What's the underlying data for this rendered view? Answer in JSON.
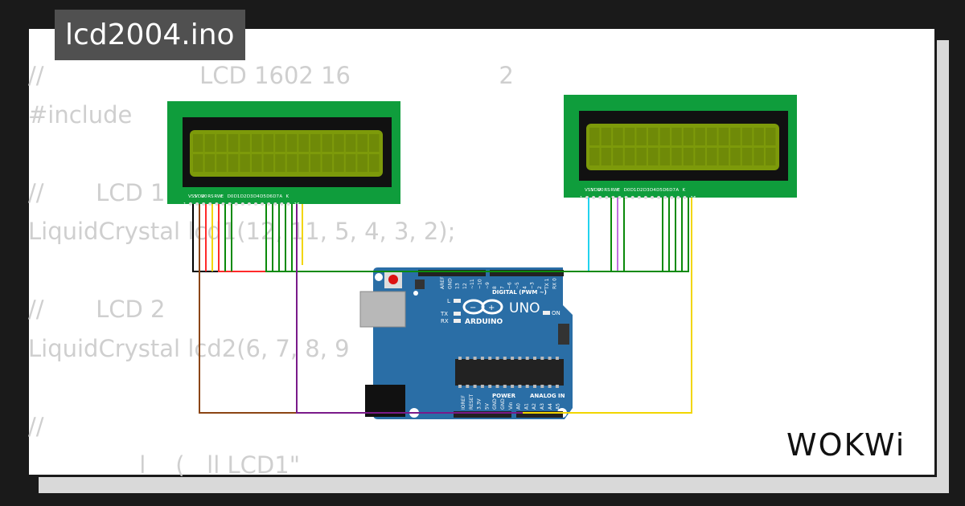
{
  "title": "lcd2004.ino",
  "code_lines": [
    "//                     LCD 1602 16                    2",
    "#include",
    "",
    "//       LCD 1",
    "LiquidCrystal lcd1(12, 11, 5, 4, 3, 2);",
    "",
    "//       LCD 2",
    "LiquidCrystal lcd2(6, 7, 8, 9",
    "",
    "//",
    "               l    (   ll LCD1\""
  ],
  "lcd_pin_labels": [
    "VSS",
    "VDD",
    "V0",
    "RS",
    "RW",
    "E",
    "D0",
    "D1",
    "D2",
    "D3",
    "D4",
    "D5",
    "D6",
    "D7",
    "A",
    "K"
  ],
  "lcd_pin_numbers": [
    "1",
    "16"
  ],
  "arduino": {
    "brand": "ARDUINO",
    "model": "UNO",
    "digital_label": "DIGITAL (PWM ~)",
    "power_label": "POWER",
    "analog_label": "ANALOG IN",
    "led_labels": [
      "L",
      "TX",
      "RX",
      "ON"
    ],
    "top_pins": [
      "AREF",
      "GND",
      "13",
      "12",
      "~11",
      "~10",
      "~9",
      "8",
      "7",
      "~6",
      "~5",
      "4",
      "~3",
      "2",
      "TX 1",
      "RX 0"
    ],
    "bottom_pins": [
      "IOREF",
      "RESET",
      "3.3V",
      "5V",
      "GND",
      "GND",
      "Vin",
      "A0",
      "A1",
      "A2",
      "A3",
      "A4",
      "A5"
    ]
  },
  "brand_logo": "WOKWi",
  "colors": {
    "lcd_pcb": "#0f9d3c",
    "lcd_screen": "#7d9a0a",
    "board": "#2a6ea6",
    "wire_green": "#0a8a0a",
    "wire_black": "#000000",
    "wire_red": "#ff2a2a",
    "wire_yellow": "#f2d600",
    "wire_purple": "#7a1a8a",
    "wire_brown": "#8b4513",
    "wire_cyan": "#22d3ee",
    "wire_violet": "#c070e0"
  }
}
